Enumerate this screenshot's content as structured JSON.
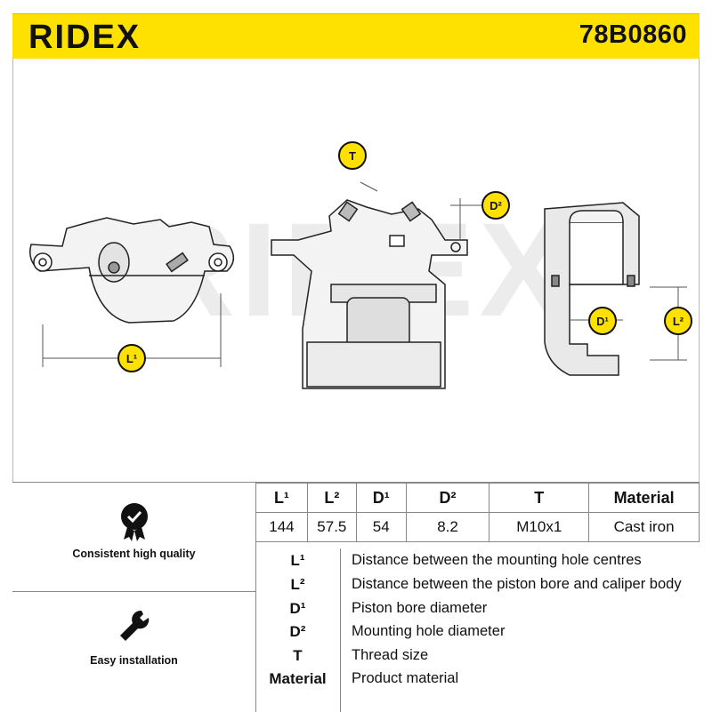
{
  "header": {
    "brand": "RIDEX",
    "part_number": "78B0860"
  },
  "diagram": {
    "watermark": "RIDEX",
    "labels": {
      "t": "T",
      "d2": "D²",
      "l1": "L¹",
      "d1": "D¹",
      "l2": "L²"
    },
    "icons": [
      "brake-caliper-front-view-icon",
      "brake-caliper-side-view-icon",
      "brake-caliper-section-view-icon"
    ]
  },
  "features": [
    {
      "icon": "quality-badge-icon",
      "label": "Consistent high quality"
    },
    {
      "icon": "wrench-icon",
      "label": "Easy installation"
    }
  ],
  "spec_table": {
    "headers": [
      "L¹",
      "L²",
      "D¹",
      "D²",
      "T",
      "Material"
    ],
    "values": [
      "144",
      "57.5",
      "54",
      "8.2",
      "M10x1",
      "Cast iron"
    ]
  },
  "legend": [
    {
      "key": "L¹",
      "desc": "Distance between the mounting hole centres"
    },
    {
      "key": "L²",
      "desc": "Distance between the piston bore and caliper body"
    },
    {
      "key": "D¹",
      "desc": "Piston bore diameter"
    },
    {
      "key": "D²",
      "desc": "Mounting hole diameter"
    },
    {
      "key": "T",
      "desc": "Thread size"
    },
    {
      "key": "Material",
      "desc": "Product material"
    }
  ]
}
